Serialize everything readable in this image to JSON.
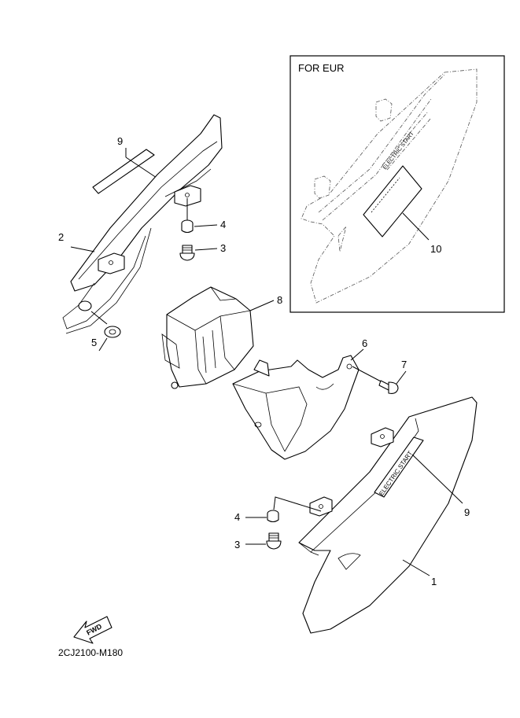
{
  "inset": {
    "title": "FOR EUR",
    "callout": "10"
  },
  "callouts": {
    "left_strip": "9",
    "left_cover": "2",
    "left_collar": "4",
    "left_bolt": "3",
    "left_grommet": "5",
    "battery_box": "8",
    "bracket": "6",
    "bracket_bolt": "7",
    "right_strip": "9",
    "right_collar": "4",
    "right_bolt": "3",
    "right_cover": "1"
  },
  "emblem_text": "ELECTRIC START",
  "fwd_label": "FWD",
  "diagram_code": "2CJ2100-M180"
}
